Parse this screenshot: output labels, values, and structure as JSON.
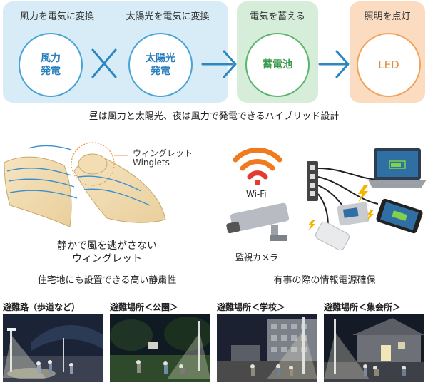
{
  "flow": {
    "wind_title": "風力を電気に変換",
    "solar_title": "太陽光を電気に変換",
    "store_title": "電気を蓄える",
    "light_title": "照明を点灯",
    "wind_circle": [
      "風力",
      "発電"
    ],
    "solar_circle": [
      "太陽光",
      "発電"
    ],
    "battery_circle": "蓄電池",
    "led_circle": "LED",
    "caption": "昼は風力と太陽光、夜は風力で発電できるハイブリッド設計"
  },
  "middle": {
    "winglet_jp": "ウィングレット",
    "winglet_en": "Winglets",
    "wing_caption_1": "静かで風を逃がさない",
    "wing_caption_2": "ウィングレット",
    "left_caption": "住宅地にも設置できる高い静粛性",
    "wifi_label": "Wi-Fi",
    "camera_label": "監視カメラ",
    "right_caption": "有事の際の情報電源確保"
  },
  "photos": [
    {
      "label": "避難路（歩道など）"
    },
    {
      "label": "避難場所＜公園＞"
    },
    {
      "label": "避難場所＜学校＞"
    },
    {
      "label": "避難場所＜集会所＞"
    }
  ],
  "colors": {
    "blue": "#4aa3d6",
    "green": "#5bb56a",
    "orange": "#f0a35a",
    "wifi_orange": "#f07a1e",
    "wifi_red": "#e53a2e"
  }
}
